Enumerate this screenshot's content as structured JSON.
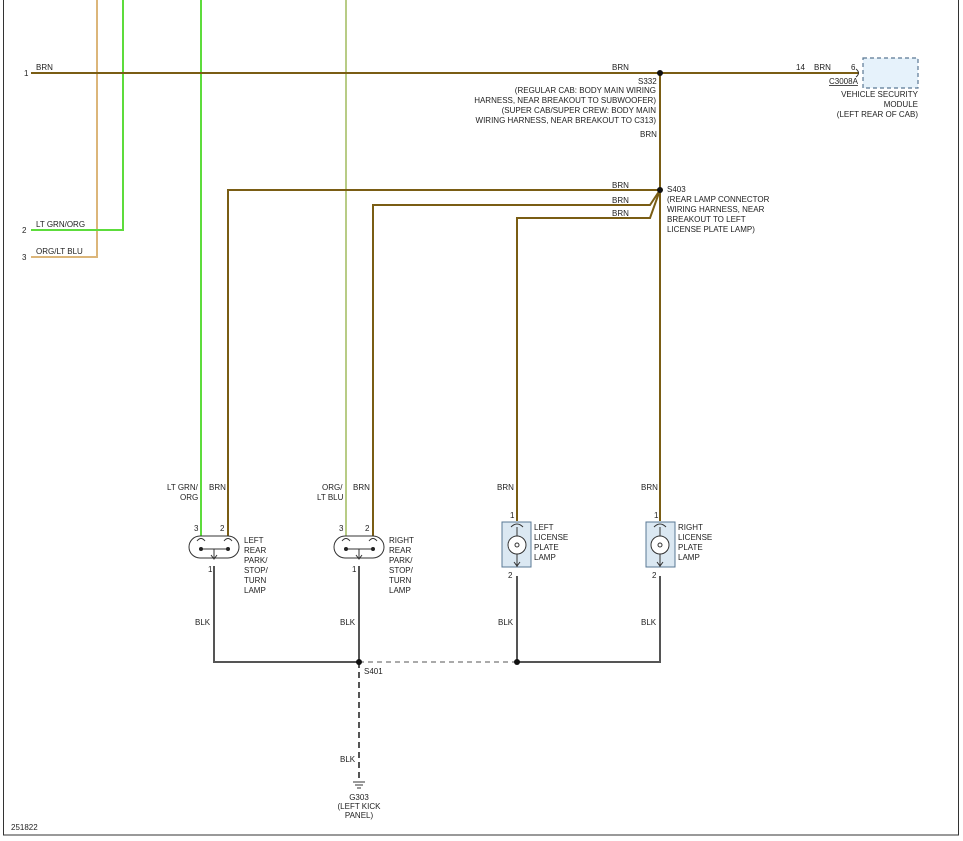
{
  "colors": {
    "brn": "#7a5d14",
    "ltgrn": "#5ddc3c",
    "ltorg": "#dcb67a",
    "orgltblu": "#b8cc86",
    "blk": "#555555",
    "module_fill": "#e6f2fb",
    "lamp_fill": "#dbe8f2"
  },
  "pins": {
    "p1": "1",
    "p2": "2",
    "p3": "3",
    "p6": "6",
    "p14": "14"
  },
  "wire_labels": {
    "brn": "BRN",
    "lt_grn_org": "LT GRN/ORG",
    "org_lt_blu": "ORG/LT BLU",
    "lt_grn_slash": "LT GRN/",
    "org": "ORG",
    "org_slash": "ORG/",
    "lt_blu": "LT BLU",
    "blk": "BLK"
  },
  "splices": {
    "s332": "S332",
    "s332_note": [
      "(REGULAR CAB: BODY MAIN WIRING",
      "HARNESS, NEAR BREAKOUT TO SUBWOOFER)",
      "(SUPER CAB/SUPER CREW: BODY MAIN",
      "WIRING HARNESS, NEAR BREAKOUT TO C313)"
    ],
    "s403": "S403",
    "s403_note": [
      "(REAR LAMP CONNECTOR",
      "WIRING HARNESS, NEAR",
      "BREAKOUT TO LEFT",
      "LICENSE PLATE LAMP)"
    ],
    "s401": "S401"
  },
  "module": {
    "connector": "C3008A",
    "name": [
      "VEHICLE SECURITY",
      "MODULE",
      "(LEFT REAR OF CAB)"
    ]
  },
  "lamps": {
    "left_rear": [
      "LEFT",
      "REAR",
      "PARK/",
      "STOP/",
      "TURN",
      "LAMP"
    ],
    "right_rear": [
      "RIGHT",
      "REAR",
      "PARK/",
      "STOP/",
      "TURN",
      "LAMP"
    ],
    "left_license": [
      "LEFT",
      "LICENSE",
      "PLATE",
      "LAMP"
    ],
    "right_license": [
      "RIGHT",
      "LICENSE",
      "PLATE",
      "LAMP"
    ]
  },
  "ground": {
    "id": "G303",
    "note": [
      "(LEFT KICK",
      "PANEL)"
    ]
  },
  "diagram_id": "251822"
}
